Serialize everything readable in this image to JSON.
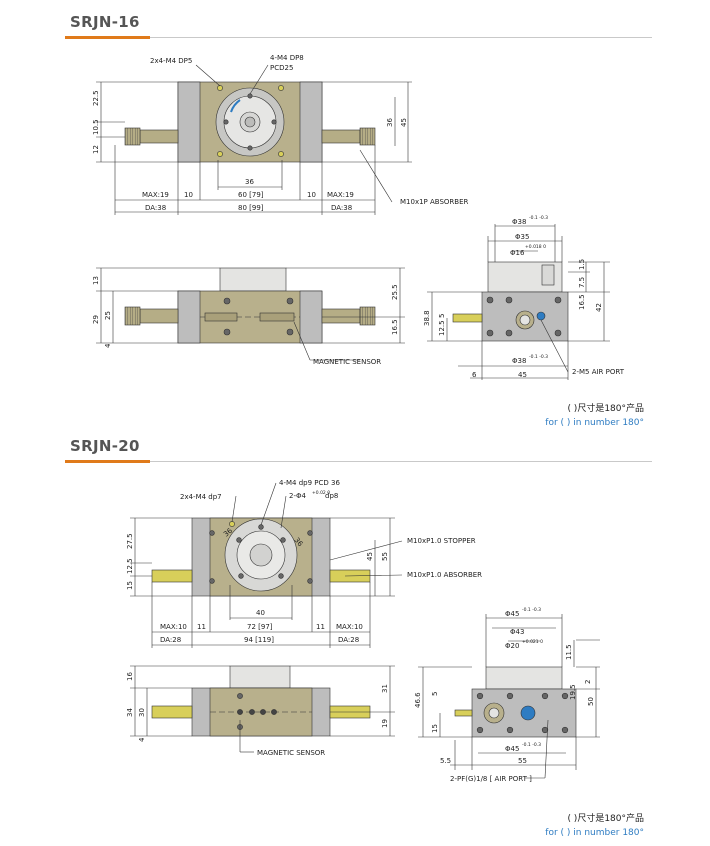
{
  "sections": [
    {
      "title": "SRJN-16",
      "top_view": {
        "callouts": {
          "pin_holes": "2x4-M4 DP5",
          "mount_holes": "4-M4 DP8",
          "pcd": "PCD25",
          "absorber": "M10x1P ABSORBER"
        },
        "dims_left": [
          "22.5",
          "10.5",
          "12"
        ],
        "dims_right": [
          "36",
          "45"
        ],
        "dims_bottom": {
          "center": "36",
          "width_inner": "60 [79]",
          "side_gap": "10",
          "max_stroke": "MAX:19",
          "da": "DA:38",
          "overall": "80 [99]"
        }
      },
      "side_view": {
        "dims_left": [
          "13",
          "29",
          "25",
          "4"
        ],
        "dims_right": [
          "25.5",
          "16.5"
        ],
        "sensor": "MAGNETIC SENSOR"
      },
      "end_view": {
        "dia_top1": "Φ38",
        "tol_top1": "-0.1 -0.3",
        "dia_top2": "Φ35",
        "dia_top3": "Φ16",
        "tol_top3": "+0.018 0",
        "dims_right": [
          "1.5",
          "7.5",
          "16.5",
          "42"
        ],
        "dims_left": [
          "38.8",
          "12.5",
          "5"
        ],
        "dia_bottom": "Φ38",
        "tol_bottom": "-0.1 -0.3",
        "bottom_offset": "6",
        "bottom_width": "45",
        "air_port": "2-M5 AIR PORT"
      },
      "note_cn": "(    )尺寸是180°产品",
      "note_en": "for ( ) in number 180°"
    },
    {
      "title": "SRJN-20",
      "top_view": {
        "callouts": {
          "pin_holes": "2x4-M4 dp7",
          "mount_holes": "4-M4 dp9 PCD 36",
          "pin_dia": "2-Φ4",
          "pin_tol": "+0.02 0",
          "pin_depth": "dp8",
          "stopper": "M10xP1.0 STOPPER",
          "absorber": "M10xP1.0 ABSORBER"
        },
        "dims_left": [
          "27.5",
          "12.5",
          "15"
        ],
        "dims_right": [
          "45",
          "55"
        ],
        "angles": [
          "36",
          "36"
        ],
        "dims_bottom": {
          "center": "40",
          "width_inner": "72 [97]",
          "side_gap": "11",
          "max_stroke": "MAX:10",
          "da": "DA:28",
          "overall": "94 [119]"
        }
      },
      "side_view": {
        "dims_left": [
          "16",
          "34",
          "30",
          "4"
        ],
        "dims_right": [
          "31",
          "19"
        ],
        "sensor": "MAGNETIC SENSOR"
      },
      "end_view": {
        "dia_top1": "Φ45",
        "tol_top1": "-0.1 -0.3",
        "dia_top2": "Φ43",
        "dia_top3": "Φ20",
        "tol_top3": "+0.021 0",
        "dims_right": [
          "11.5",
          "2",
          "19.5",
          "50"
        ],
        "dims_left": [
          "46.6",
          "15",
          "5"
        ],
        "dia_bottom": "Φ45",
        "tol_bottom": "-0.1 -0.3",
        "bottom_offset": "5.5",
        "bottom_width": "55",
        "air_port": "2-PF(G)1/8 [ AIR PORT ]"
      },
      "note_cn": "(    )尺寸是180°产品",
      "note_en": "for ( ) in number 180°"
    }
  ],
  "colors": {
    "body_olive": "#b8b08c",
    "body_grey": "#bdbdbd",
    "accent": "#e07a1a",
    "note_blue": "#2e7cc2",
    "gear_yellow": "#d8cf5a"
  }
}
